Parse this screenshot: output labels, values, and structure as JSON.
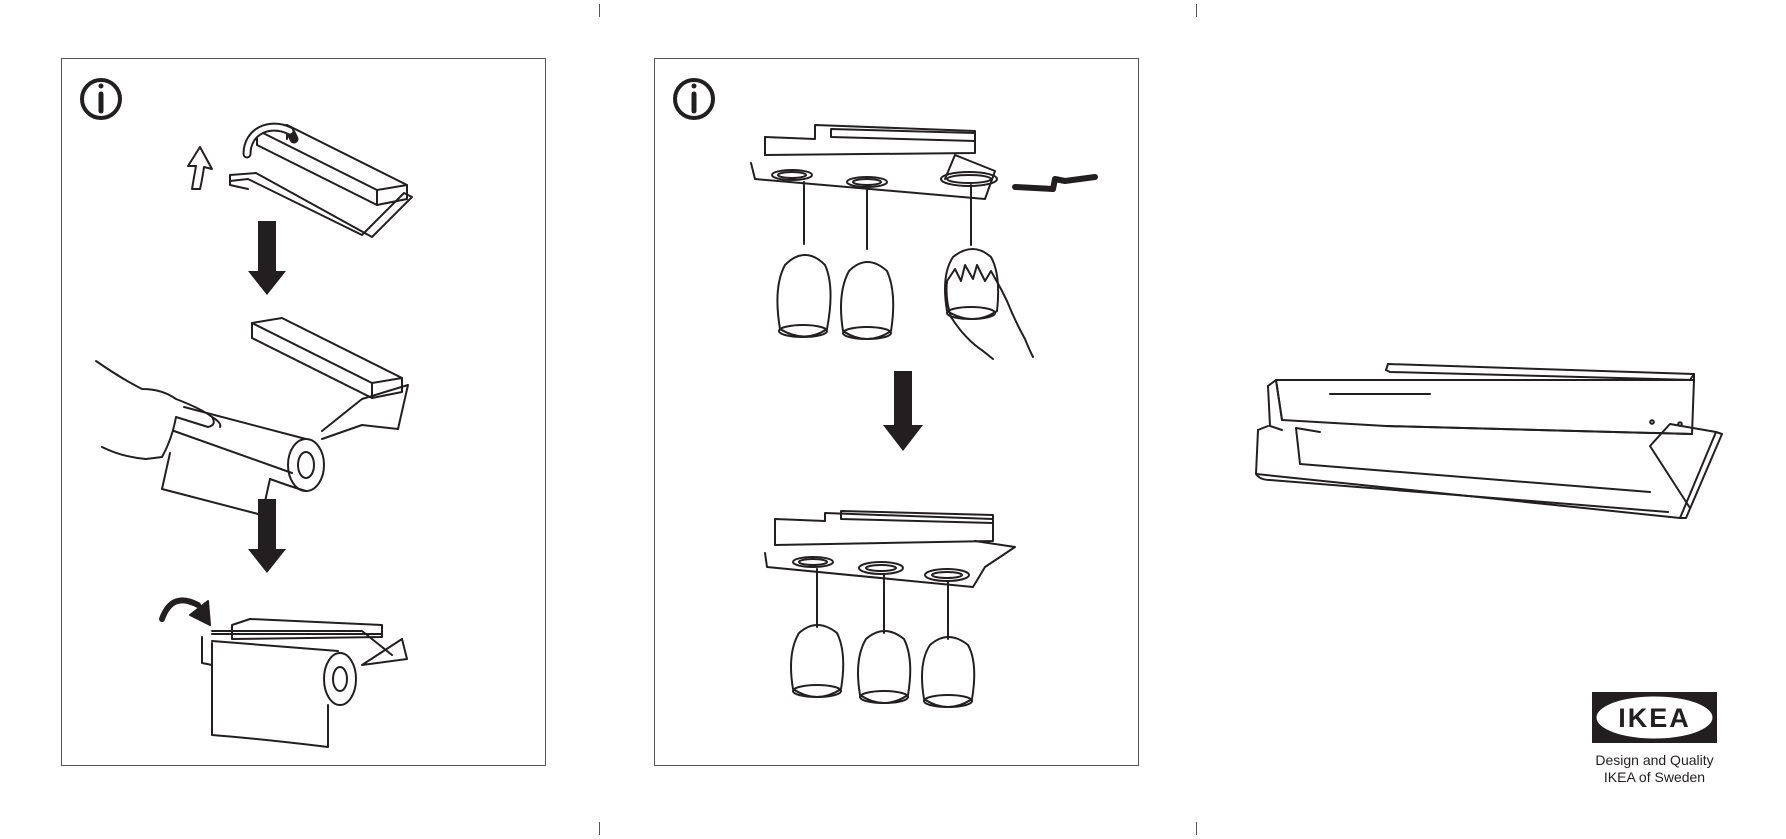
{
  "panels": [
    {
      "id": "panel-paper-towel",
      "steps": [
        "remove-bar",
        "insert-roll",
        "close-bar"
      ]
    },
    {
      "id": "panel-wine-glasses",
      "steps": [
        "slide-in-glasses",
        "glasses-hanging"
      ]
    }
  ],
  "icons": {
    "info": "info-icon",
    "arrow": "arrow-down-icon",
    "rotate": "rotate-arrow-icon"
  },
  "brand": {
    "logo_text": "IKEA",
    "tagline_line1": "Design and Quality",
    "tagline_line2": "IKEA of Sweden",
    "logo_bg_color": "#231f20",
    "logo_fg_color": "#ffffff"
  },
  "colors": {
    "ink": "#231f20",
    "paper": "#ffffff",
    "frame": "#555555"
  }
}
